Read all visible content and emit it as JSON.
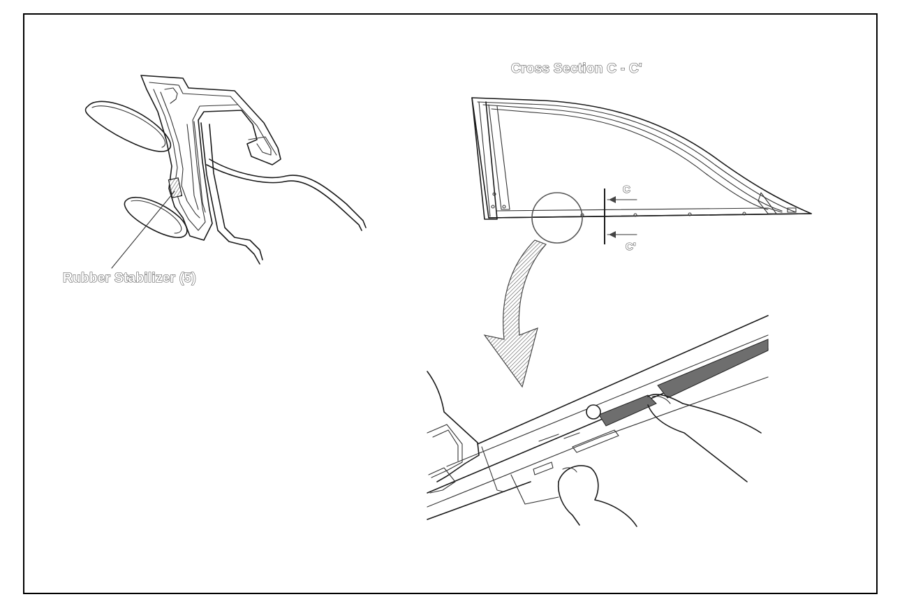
{
  "labels": {
    "cross_section_title": "Cross Section C - C'",
    "rubber_stabilizer": "Rubber Stabilizer  (5)",
    "section_mark_top": "C",
    "section_mark_bottom": "C'"
  },
  "colors": {
    "line": "#1a1a1a",
    "label_outline": "#4a4a4a",
    "shading": "#6e6e6e",
    "background": "#ffffff"
  }
}
